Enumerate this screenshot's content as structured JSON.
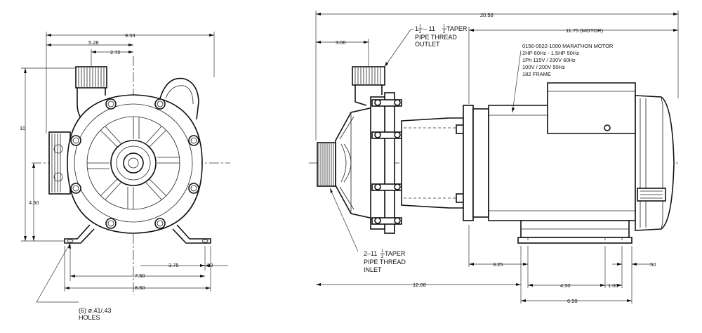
{
  "front_view": {
    "dims": {
      "overall_width": "9.53",
      "outlet_offset": "5.28",
      "shaft_to_outlet": "2.72",
      "height": "10",
      "shaft_height": "4.50",
      "foot_half_span": "3.75",
      "foot_edge": ".50",
      "hole_span": "7.50",
      "foot_width": "8.50"
    },
    "holes_note": {
      "line1": "(6) ø.41/.43",
      "line2": "HOLES"
    }
  },
  "side_view": {
    "dims": {
      "overall_length": "20.58",
      "motor_length": "11.75 (MOTOR)",
      "outlet_to_front": "3.06",
      "inlet_to_foot": "12.08",
      "foot_offset": "3.25",
      "foot_hole_span": "4.50",
      "foot_end": "1.00",
      "foot_edge": ".50",
      "foot_length": "6.50"
    },
    "outlet_note": {
      "line1_whole": "1",
      "line1_frac_num": "1",
      "line1_frac_den": "2",
      "line1_mid": " – 11",
      "line1_frac2_num": "1",
      "line1_frac2_den": "2",
      "line1_end": " TAPER",
      "line2": "PIPE THREAD",
      "line3": "OUTLET"
    },
    "inlet_note": {
      "line1_start": "2–11",
      "line1_frac_num": "1",
      "line1_frac_den": "2",
      "line1_end": " TAPER",
      "line2": "PIPE  THREAD",
      "line3": "INLET"
    },
    "motor_note": [
      "0156-0022-1000 MARATHON MOTOR",
      "2HP 60Hz - 1.5HP 50Hz",
      "1Ph 115V / 230V 60Hz",
      "100V / 200V 50Hz",
      "182 FRAME"
    ]
  }
}
